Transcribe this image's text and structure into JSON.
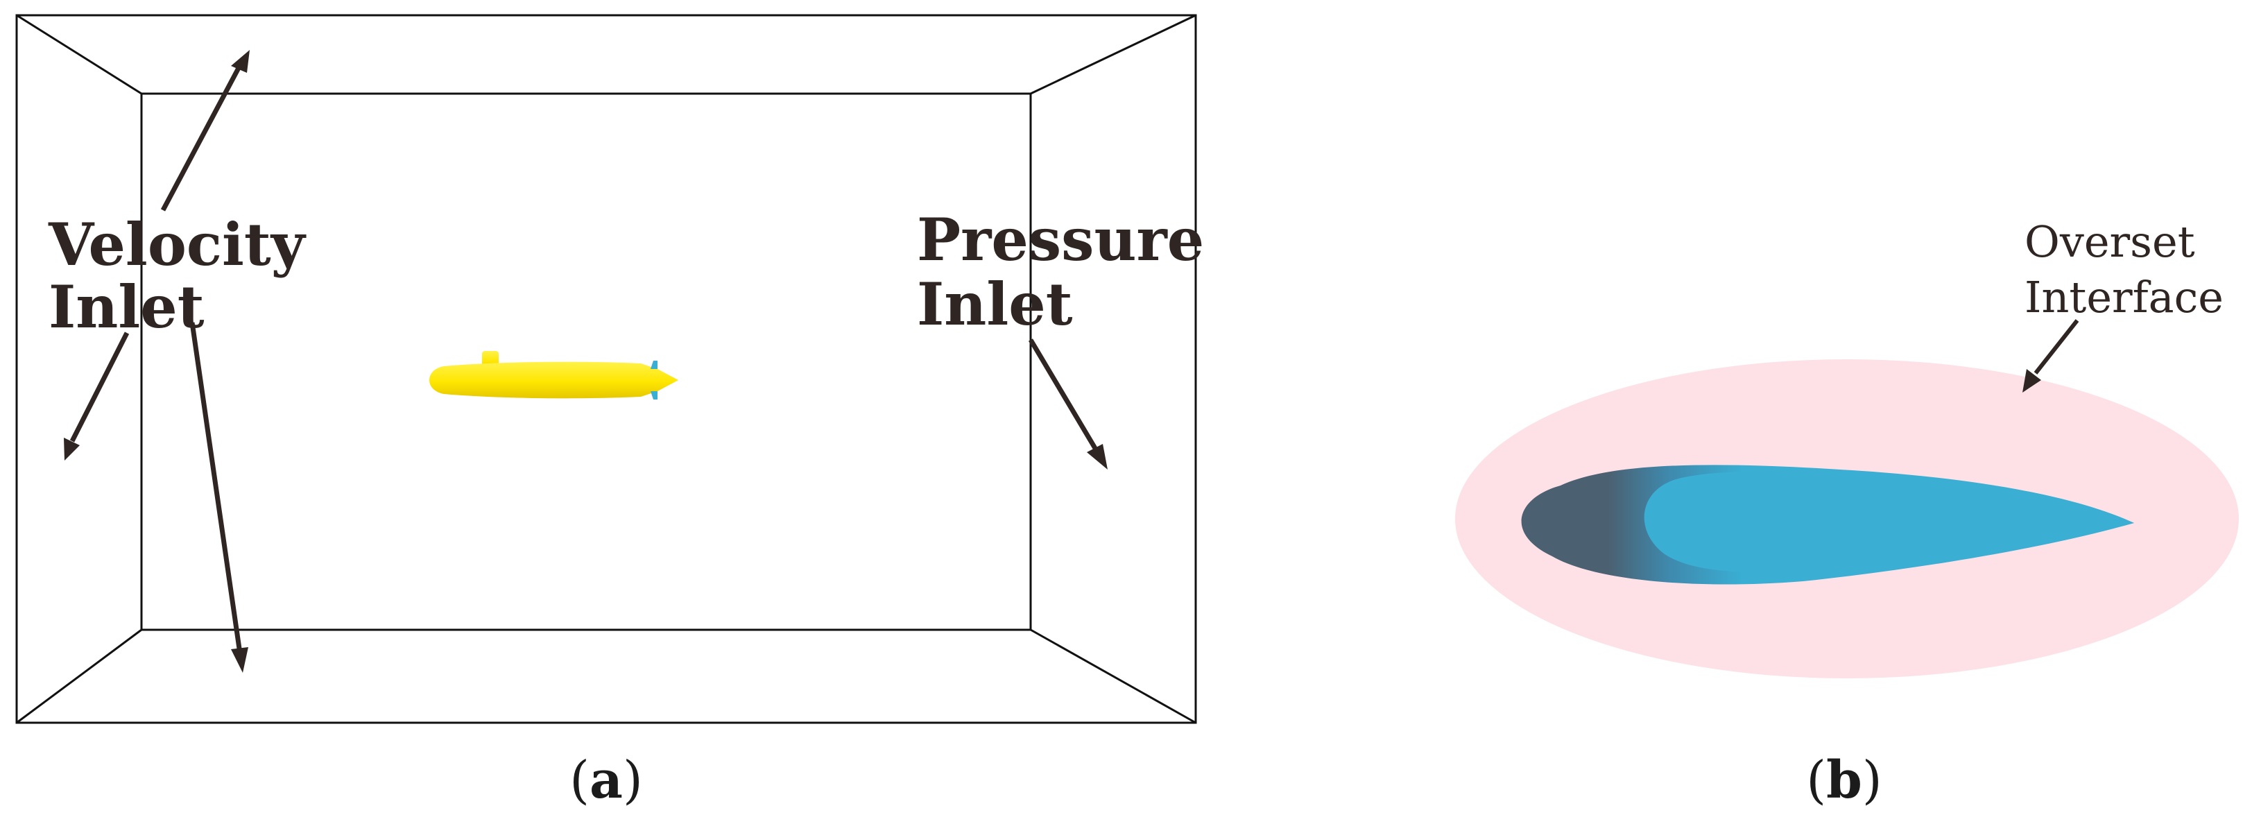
{
  "panel_a": {
    "labels": {
      "velocity_line1": "Velocity",
      "velocity_line2": "Inlet",
      "pressure_line1": "Pressure",
      "pressure_line2": "Inlet"
    },
    "caption": {
      "open": "(",
      "letter": "a",
      "close": ")"
    }
  },
  "panel_b": {
    "labels": {
      "overset_line1": "Overset",
      "overset_line2": "Interface"
    },
    "caption": {
      "open": "(",
      "letter": "b",
      "close": ")"
    }
  },
  "colors": {
    "arrow": "#2f2623",
    "box_stroke": "#111111",
    "submarine": "#ffe600",
    "overset_fill": "#fde1e6",
    "foil_blue": "#3aaed3",
    "foil_dark": "#4b6070"
  }
}
